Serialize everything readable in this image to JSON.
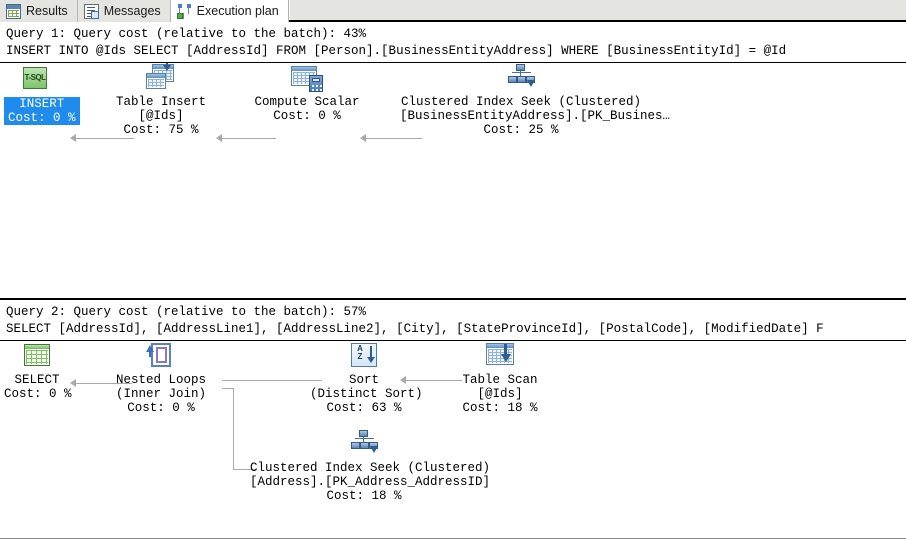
{
  "tabs": [
    {
      "label": "Results",
      "icon": "results-grid-icon",
      "active": false
    },
    {
      "label": "Messages",
      "icon": "messages-document-icon",
      "active": false
    },
    {
      "label": "Execution plan",
      "icon": "execution-plan-icon",
      "active": true
    }
  ],
  "colors": {
    "selection_highlight": "#1f8ced",
    "selection_text": "#ffffff",
    "connector": "#a9a9a9",
    "tab_active_bg": "#ffffff",
    "tab_inactive_bg": "#e4e4e1"
  },
  "plans": [
    {
      "header": "Query 1: Query cost (relative to the batch): 43%",
      "query": "INSERT INTO @Ids SELECT [AddressId] FROM [Person].[BusinessEntityAddress] WHERE [BusinessEntityId] = @Id",
      "cost_percent": "43%",
      "nodes": [
        {
          "name": "insert-statement-node",
          "icon": "t-sql-icon",
          "selected": true,
          "lines": [
            "INSERT",
            "Cost: 0 %"
          ]
        },
        {
          "name": "table-insert-node",
          "icon": "table-insert-icon",
          "selected": false,
          "lines": [
            "Table Insert",
            "[@Ids]",
            "Cost: 75 %"
          ]
        },
        {
          "name": "compute-scalar-node",
          "icon": "compute-scalar-icon",
          "selected": false,
          "lines": [
            "Compute Scalar",
            "Cost: 0 %"
          ]
        },
        {
          "name": "clustered-index-seek-node",
          "icon": "clustered-index-seek-icon",
          "selected": false,
          "lines": [
            "Clustered Index Seek (Clustered)",
            "[BusinessEntityAddress].[PK_Busines…",
            "Cost: 25 %"
          ]
        }
      ]
    },
    {
      "header": "Query 2: Query cost (relative to the batch): 57%",
      "query": "SELECT [AddressId], [AddressLine1], [AddressLine2], [City], [StateProvinceId], [PostalCode], [ModifiedDate] F",
      "cost_percent": "57%",
      "nodes": [
        {
          "name": "select-statement-node",
          "icon": "select-result-icon",
          "selected": false,
          "lines": [
            "SELECT",
            "Cost: 0 %"
          ]
        },
        {
          "name": "nested-loops-node",
          "icon": "nested-loops-icon",
          "selected": false,
          "lines": [
            "Nested Loops",
            "(Inner Join)",
            "Cost: 0 %"
          ]
        },
        {
          "name": "sort-node",
          "icon": "sort-icon",
          "selected": false,
          "lines": [
            "Sort",
            "(Distinct Sort)",
            "Cost: 63 %"
          ]
        },
        {
          "name": "table-scan-node",
          "icon": "table-scan-icon",
          "selected": false,
          "lines": [
            "Table Scan",
            "[@Ids]",
            "Cost: 18 %"
          ]
        },
        {
          "name": "clustered-index-seek-address-node",
          "icon": "clustered-index-seek-icon",
          "selected": false,
          "lines": [
            "Clustered Index Seek (Clustered)",
            "[Address].[PK_Address_AddressID]",
            "Cost: 18 %"
          ]
        }
      ]
    }
  ]
}
